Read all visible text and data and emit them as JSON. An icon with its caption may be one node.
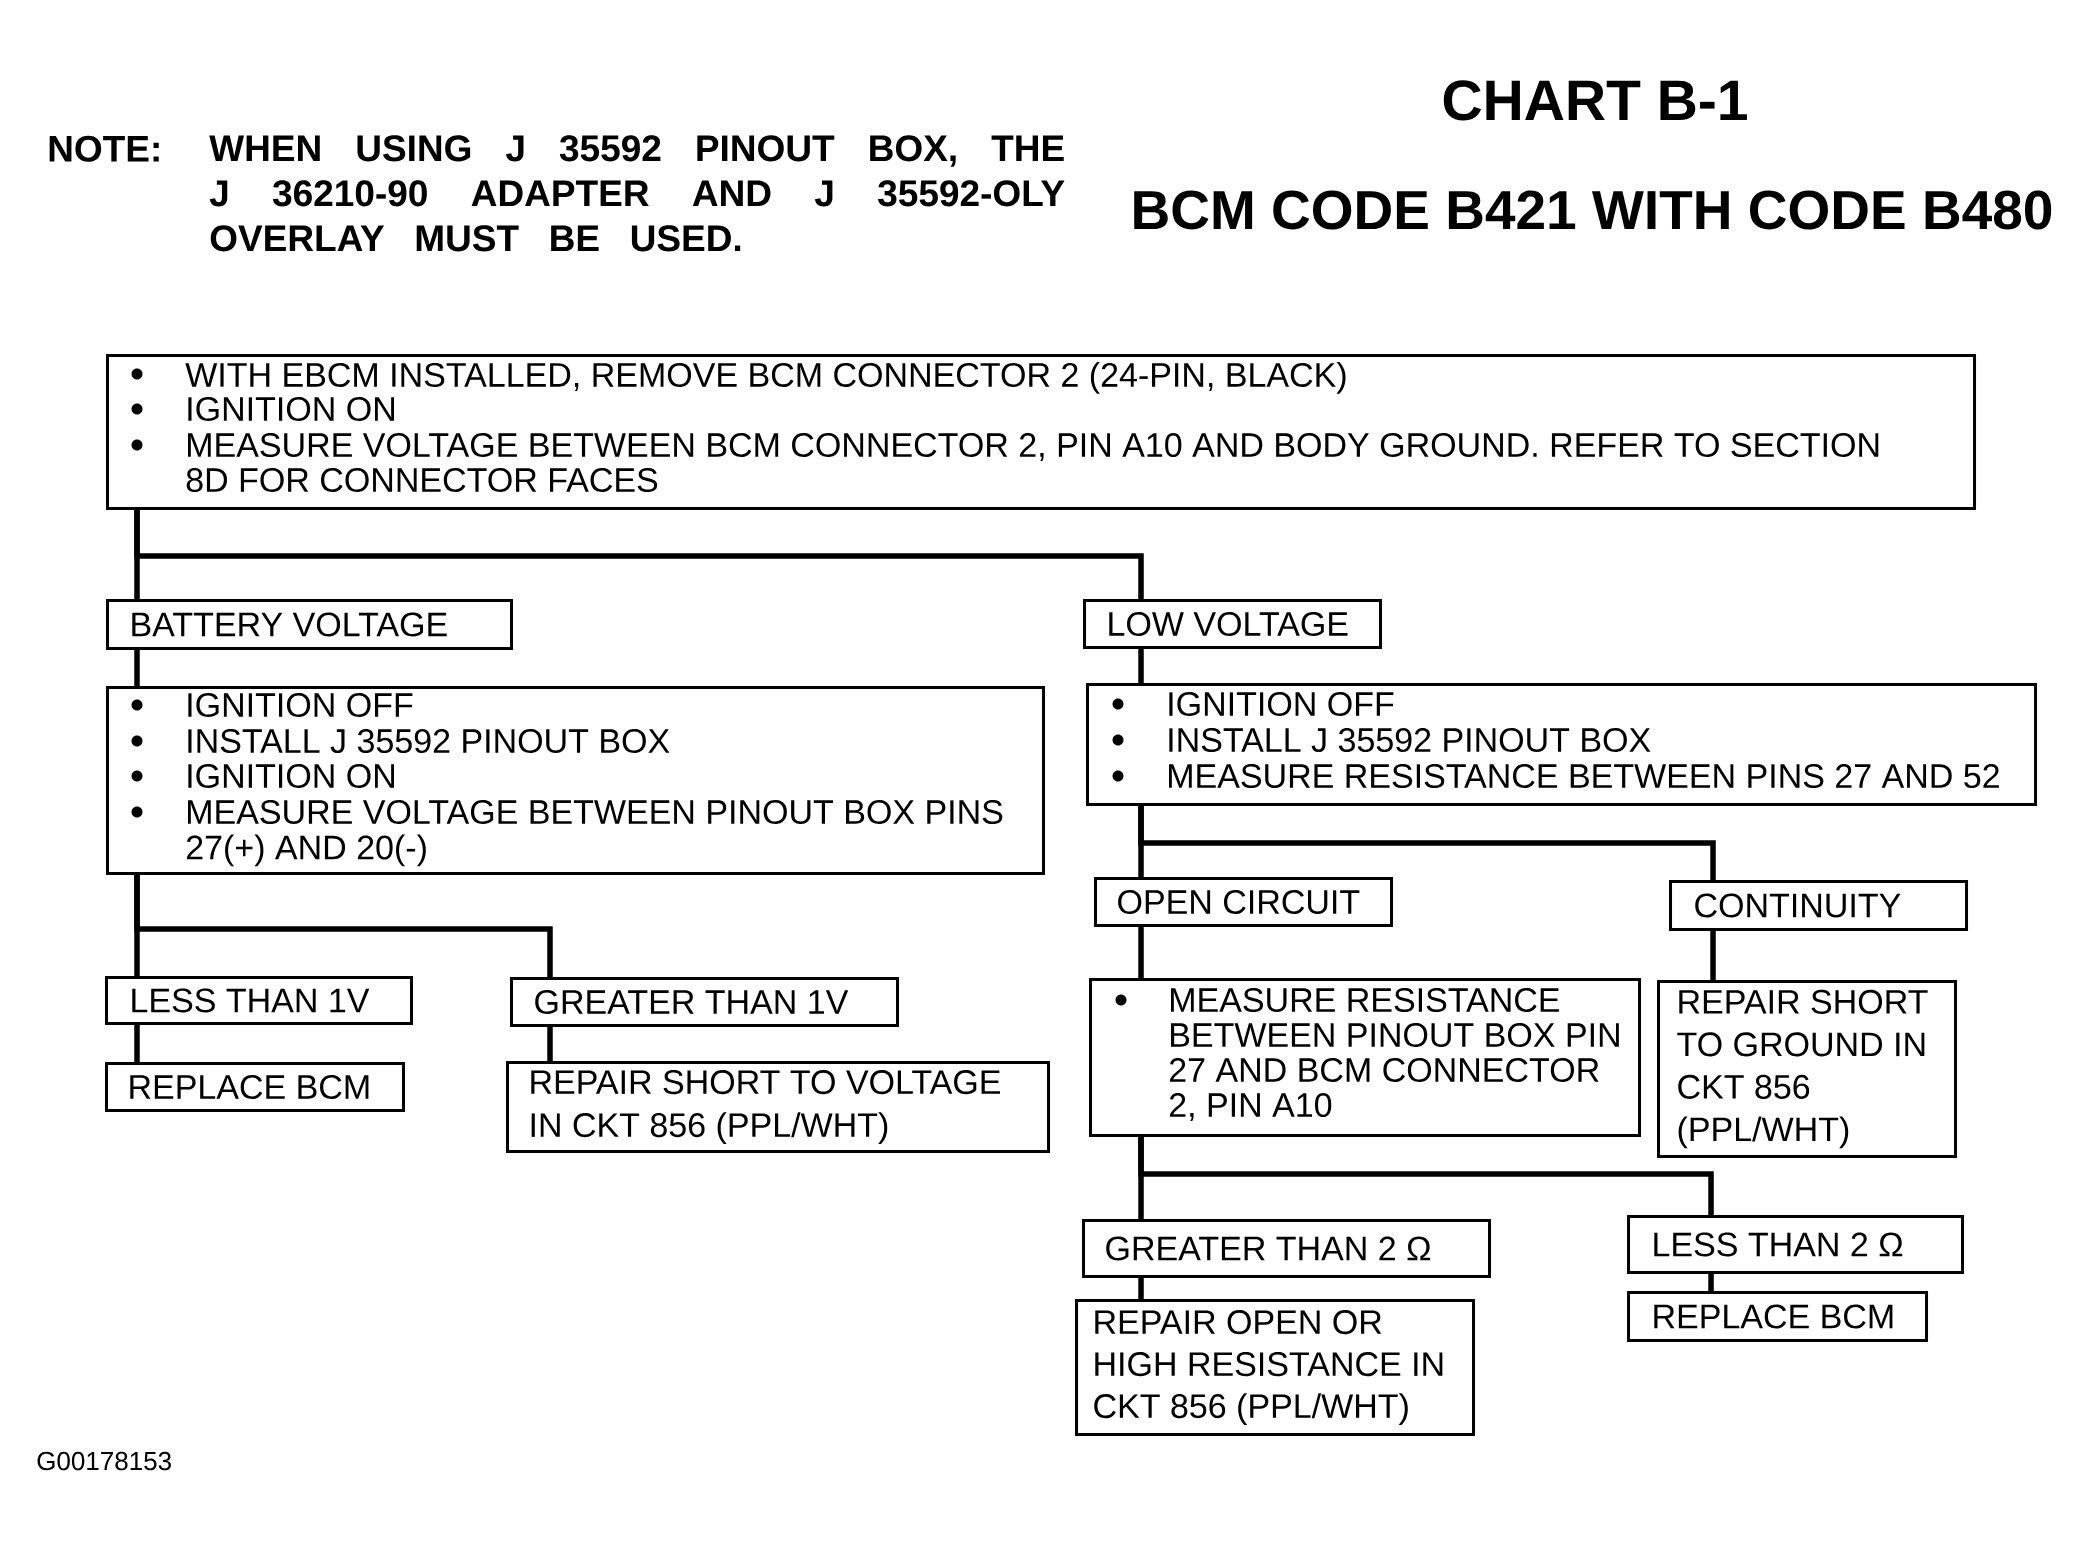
{
  "diagram": {
    "title": "CHART B-1",
    "nodes": [
      {
        "text": [
          "WITH EBCM INSTALLED, REMOVE BCM CONNECTOR 2 (24-PIN, BLACK)",
          "IGNITION ON",
          "MEASURE VOLTAGE BETWEEN BCM CONNECTOR 2, PIN A10 AND BODY GROUND. REFER TO SECTION 8D FOR CONNECTOR FACES"
        ]
      },
      {
        "text": [
          "BATTERY VOLTAGE"
        ]
      },
      {
        "text": [
          "LOW VOLTAGE"
        ]
      },
      {
        "text": [
          "IGNITION OFF",
          "INSTALL J 35592 PINOUT BOX",
          "IGNITION ON",
          "MEASURE VOLTAGE BETWEEN PINOUT BOX PINS 27(+) AND 20(-)"
        ]
      },
      {
        "text": [
          "IGNITION OFF",
          "INSTALL J 35592 PINOUT BOX",
          "MEASURE RESISTANCE BETWEEN PINS 27 AND 52"
        ]
      },
      {
        "text": [
          "OPEN CIRCUIT"
        ]
      },
      {
        "text": [
          "CONTINUITY"
        ]
      },
      {
        "text": [
          "LESS THAN 1V"
        ]
      },
      {
        "text": [
          "GREATER THAN 1V"
        ]
      },
      {
        "text": [
          "MEASURE RESISTANCE BETWEEN PINOUT BOX PIN 27 AND BCM CONNECTOR 2, PIN A10"
        ]
      },
      {
        "text": [
          "REPAIR SHORT TO GROUND IN CKT 856 (PPL/WHT)"
        ]
      },
      {
        "text": [
          "REPLACE BCM"
        ]
      },
      {
        "text": [
          "REPAIR SHORT TO VOLTAGE IN CKT 856 (PPL/WHT)"
        ]
      },
      {
        "text": [
          "GREATER THAN 2 Ω"
        ]
      },
      {
        "text": [
          "LESS THAN 2 Ω"
        ]
      },
      {
        "text": [
          "REPAIR OPEN OR HIGH RESISTANCE IN CKT 856 (PPL/WHT)"
        ]
      },
      {
        "text": [
          "REPLACE BCM"
        ]
      }
    ],
    "edges": [
      {
        "from": 0,
        "to": 1,
        "arrow": "none"
      },
      {
        "from": 0,
        "to": 2,
        "arrow": "none"
      },
      {
        "from": 1,
        "to": 3,
        "arrow": "none"
      },
      {
        "from": 2,
        "to": 4,
        "arrow": "none"
      },
      {
        "from": 3,
        "to": 7,
        "arrow": "none"
      },
      {
        "from": 3,
        "to": 8,
        "arrow": "none"
      },
      {
        "from": 4,
        "to": 5,
        "arrow": "none"
      },
      {
        "from": 4,
        "to": 6,
        "arrow": "none"
      },
      {
        "from": 7,
        "to": 11,
        "arrow": "none"
      },
      {
        "from": 8,
        "to": 12,
        "arrow": "none"
      },
      {
        "from": 5,
        "to": 9,
        "arrow": "none"
      },
      {
        "from": 6,
        "to": 10,
        "arrow": "none"
      },
      {
        "from": 9,
        "to": 13,
        "arrow": "none"
      },
      {
        "from": 9,
        "to": 14,
        "arrow": "none"
      },
      {
        "from": 13,
        "to": 15,
        "arrow": "none"
      },
      {
        "from": 14,
        "to": 16,
        "arrow": "none"
      }
    ],
    "labels": [
      "NOTE:",
      "WHEN USING J 35592 PINOUT BOX, THE J 36210-90 ADAPTER AND J 35592-OLY OVERLAY MUST BE USED.",
      "BCM CODE B421 WITH CODE B480",
      "G00178153"
    ]
  }
}
